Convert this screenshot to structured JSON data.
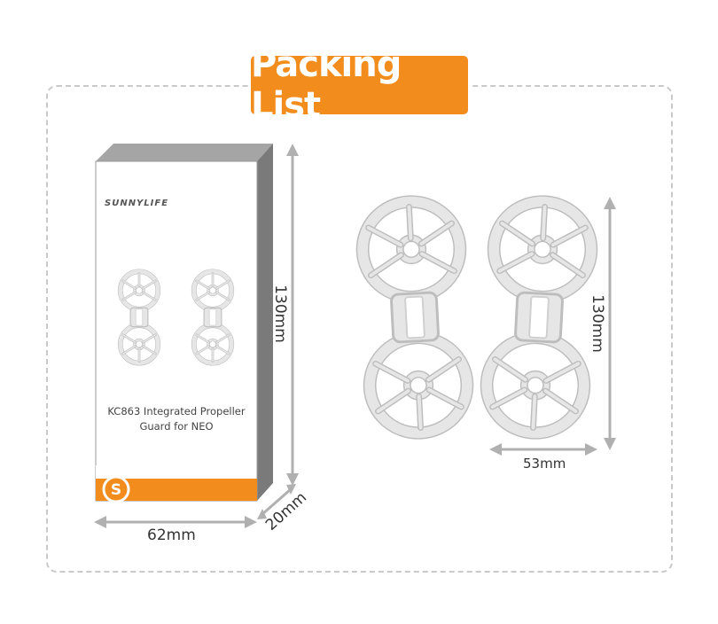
{
  "header": {
    "title": "Packing List"
  },
  "box": {
    "brand": "SUNNYLIFE",
    "product_line1": "KC863 Integrated Propeller",
    "product_line2": "Guard for NEO",
    "logo_letter": "S"
  },
  "dimensions": {
    "box_height": "130mm",
    "box_width": "62mm",
    "box_depth": "20mm",
    "guard_height": "130mm",
    "guard_width": "53mm"
  },
  "colors": {
    "accent": "#f28c1d",
    "arrow": "#b0b0b0",
    "guard": "#e6e6e6",
    "guard_stroke": "#bdbdbd",
    "box_side": "#7a7a7a",
    "box_top": "#a5a5a5"
  }
}
